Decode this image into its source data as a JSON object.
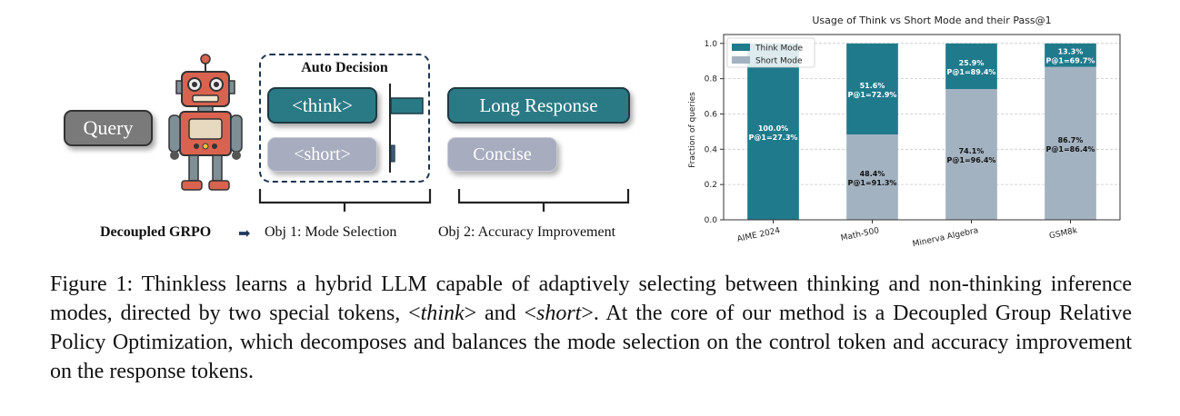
{
  "diagram": {
    "query_label": "Query",
    "auto_decision_title": "Auto Decision",
    "think_token": "<think>",
    "short_token": "<short>",
    "long_response": "Long Response",
    "concise": "Concise",
    "decoupled_grpo": "Decoupled GRPO",
    "arrow_glyph": "➡",
    "obj1": "Obj 1: Mode Selection",
    "obj2": "Obj 2: Accuracy Improvement",
    "think_token_share": 1.0,
    "short_token_share": 0.12
  },
  "caption": {
    "part1": "Figure 1:  Thinkless learns a hybrid LLM capable of adaptively selecting between thinking and non-thinking inference modes, directed by two special tokens, <",
    "think_italic": "think",
    "part2": "> and <",
    "short_italic": "short",
    "part3": ">. At the core of our method is a Decoupled Group Relative Policy Optimization, which decomposes and balances the mode selection on the control token and accuracy improvement on the response tokens."
  },
  "chart_data": {
    "type": "bar",
    "stacked": true,
    "title": "Usage of Think vs Short Mode and their Pass@1",
    "xlabel": "",
    "ylabel": "Fraction of queries",
    "ylim": [
      0,
      1.0
    ],
    "yticks": [
      "0.0",
      "0.2",
      "0.4",
      "0.6",
      "0.8",
      "1.0"
    ],
    "grid": true,
    "legend_position": "top-left",
    "categories": [
      "AIME 2024",
      "Math-500",
      "Minerva Algebra",
      "GSM8k"
    ],
    "series": [
      {
        "name": "Short Mode",
        "color": "#a3b2c1",
        "values": [
          0.0,
          0.484,
          0.741,
          0.867
        ],
        "labels": [
          [
            "",
            ""
          ],
          [
            "48.4%",
            "P@1=91.3%"
          ],
          [
            "74.1%",
            "P@1=96.4%"
          ],
          [
            "86.7%",
            "P@1=86.4%"
          ]
        ]
      },
      {
        "name": "Think Mode",
        "color": "#1f7a8c",
        "values": [
          1.0,
          0.516,
          0.259,
          0.133
        ],
        "labels": [
          [
            "100.0%",
            "P@1=27.3%"
          ],
          [
            "51.6%",
            "P@1=72.9%"
          ],
          [
            "25.9%",
            "P@1=89.4%"
          ],
          [
            "13.3%",
            "P@1=69.7%"
          ]
        ]
      }
    ]
  }
}
